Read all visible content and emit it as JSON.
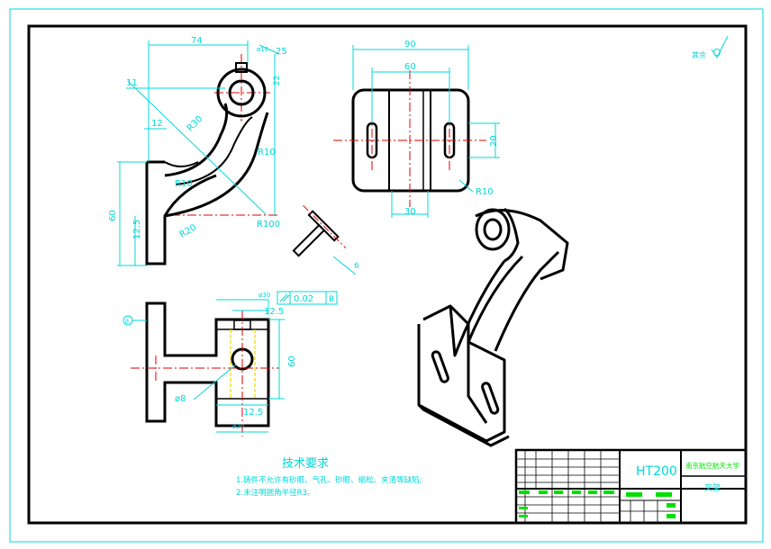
{
  "dims": {
    "d74": "74",
    "d16": "ø16",
    "d25": "25",
    "d22": "22",
    "d11": "11",
    "d12": "12",
    "r30": "R30",
    "r10a": "R10",
    "r10b": "R10",
    "r100": "R100",
    "r20": "R20",
    "d60_left": "60",
    "d12_5_left": "12.5",
    "d90": "90",
    "d60_top": "60",
    "d20": "20",
    "d30": "30",
    "r10_plate": "R10",
    "d6": "6",
    "d60_bottom": "60",
    "d12_5_top": "12.5",
    "d12_5_bot": "12.5",
    "d8": "ø8",
    "d30_bot": "ø30",
    "d20_bot": "ø20"
  },
  "tolerance": {
    "value": "0.02",
    "datum": "B"
  },
  "datum_label": "B",
  "roughness": {
    "label": "其余"
  },
  "tech_req": {
    "title": "技术要求",
    "line1": "1.铸件不允许有砂眼、气孔、砂眼、缩松、夹渣等缺陷;",
    "line2": "2.未注明圆角半径R3。"
  },
  "title_block": {
    "material": "HT200",
    "org": "南京航空航天大学",
    "part_name": "叉架"
  }
}
